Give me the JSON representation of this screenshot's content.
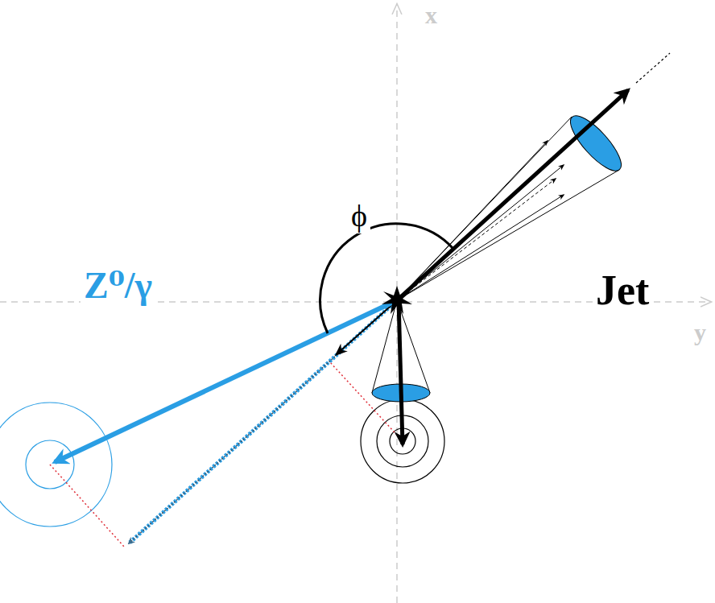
{
  "diagram": {
    "labels": [
      "x",
      "y",
      "ϕ",
      "Z⁰/γ",
      "Jet"
    ]
  }
}
